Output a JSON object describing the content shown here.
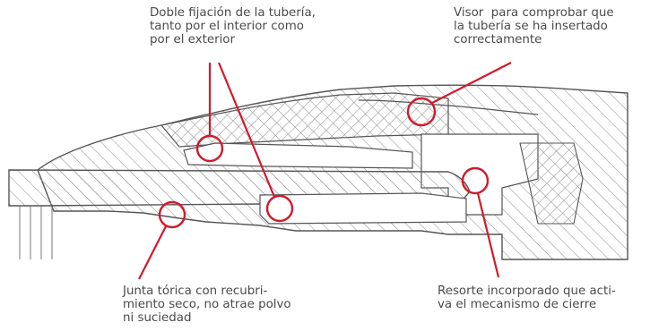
{
  "callouts": {
    "double_fixing": "Doble fijación de la tubería,\ntanto por el interior como\npor el exterior",
    "viewer": "Visor  para comprobar que\nla tubería se ha insertado\ncorrectamente",
    "o_ring": "Junta tórica con recubri-\nmiento seco, no atrae polvo\nni suciedad",
    "spring": "Resorte incorporado que acti-\nva el mecanismo de cierre"
  },
  "colors": {
    "highlight": "#d11a2a",
    "outline": "#555555",
    "hatch": "#8a8a8a",
    "text": "#4a4a4a"
  }
}
